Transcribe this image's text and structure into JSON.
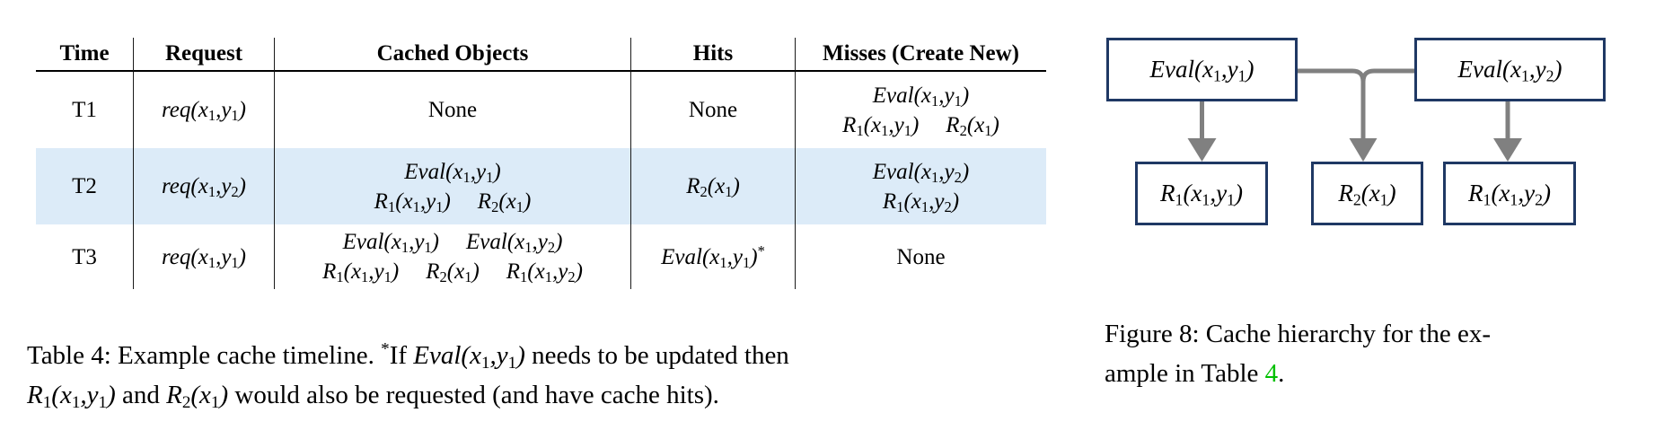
{
  "table": {
    "headers": [
      "Time",
      "Request",
      "Cached Objects",
      "Hits",
      "Misses (Create New)"
    ],
    "rows": [
      {
        "time": "T1",
        "request": "req(x_1,y_1)",
        "cached": [
          [
            "None"
          ]
        ],
        "hits": [
          "None"
        ],
        "misses": [
          [
            "Eval(x_1,y_1)"
          ],
          [
            "R_1(x_1,y_1)",
            "R_2(x_1)"
          ]
        ]
      },
      {
        "time": "T2",
        "request": "req(x_1,y_2)",
        "cached": [
          [
            "Eval(x_1,y_1)"
          ],
          [
            "R_1(x_1,y_1)",
            "R_2(x_1)"
          ]
        ],
        "hits": [
          "R_2(x_1)"
        ],
        "misses": [
          [
            "Eval(x_1,y_2)"
          ],
          [
            "R_1(x_1,y_2)"
          ]
        ]
      },
      {
        "time": "T3",
        "request": "req(x_1,y_1)",
        "cached": [
          [
            "Eval(x_1,y_1)",
            "Eval(x_1,y_2)"
          ],
          [
            "R_1(x_1,y_1)",
            "R_2(x_1)",
            "R_1(x_1,y_2)"
          ]
        ],
        "hits": [
          "Eval(x_1,y_1)^*"
        ],
        "misses": [
          [
            "None"
          ]
        ]
      }
    ]
  },
  "table_caption": {
    "parts": [
      "Table 4: Example cache timeline. ",
      "^*If ",
      "Eval(x_1,y_1)",
      " needs to be updated then",
      "R_1(x_1,y_1)",
      " and ",
      "R_2(x_1)",
      " would also be requested (and have cache hits)."
    ]
  },
  "figure": {
    "nodes": {
      "eval11": "Eval(x_1,y_1)",
      "eval12": "Eval(x_1,y_2)",
      "r11": "R_1(x_1,y_1)",
      "r2": "R_2(x_1)",
      "r12": "R_1(x_1,y_2)"
    },
    "caption": {
      "line1": "Figure 8: Cache hierarchy for the ex-",
      "line2_pre": "ample in Table ",
      "ref": "4",
      "line2_post": "."
    }
  },
  "colors": {
    "row_highlight": "#dcebf8",
    "node_border": "#1f3864",
    "arrow_gray": "#808080",
    "reference_green": "#00c000"
  }
}
